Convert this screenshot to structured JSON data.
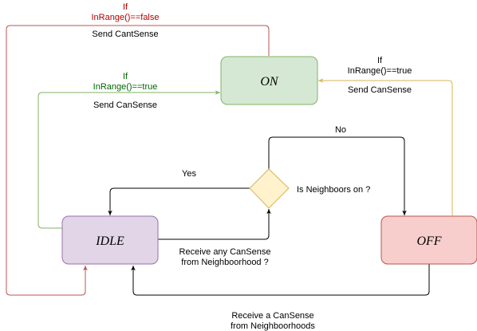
{
  "colors": {
    "on_fill": "#d5e8d4",
    "on_stroke": "#82b366",
    "idle_fill": "#e1d5e7",
    "idle_stroke": "#9673a6",
    "off_fill": "#f8cecc",
    "off_stroke": "#b85450",
    "decision_fill": "#fff2cc",
    "decision_stroke": "#d6b656",
    "edge_red": "#b85450",
    "edge_green": "#82b366",
    "edge_yellow": "#d6b656",
    "edge_black": "#000000",
    "text_red": "#b20000",
    "text_green": "#006600"
  },
  "nodes": {
    "on": "ON",
    "idle": "IDLE",
    "off": "OFF",
    "decision": "Is Neighboors on ?"
  },
  "edges": {
    "idle_to_on_out_of_range": {
      "condition_if": "If",
      "condition": "InRange()==false",
      "action": "Send CantSense"
    },
    "idle_to_on_in_range": {
      "condition_if": "If",
      "condition": "InRange()==true",
      "action": "Send CanSense"
    },
    "off_to_on": {
      "condition_if": "If",
      "condition": "InRange()==true",
      "action": "Send CanSense"
    },
    "decision_yes": "Yes",
    "decision_no": "No",
    "idle_query": {
      "line1": "Receive any CanSense",
      "line2": "from Neighboorhood ?"
    },
    "off_to_idle": {
      "line1": "Receive a CanSense",
      "line2": "from Neighboorhoods"
    }
  }
}
